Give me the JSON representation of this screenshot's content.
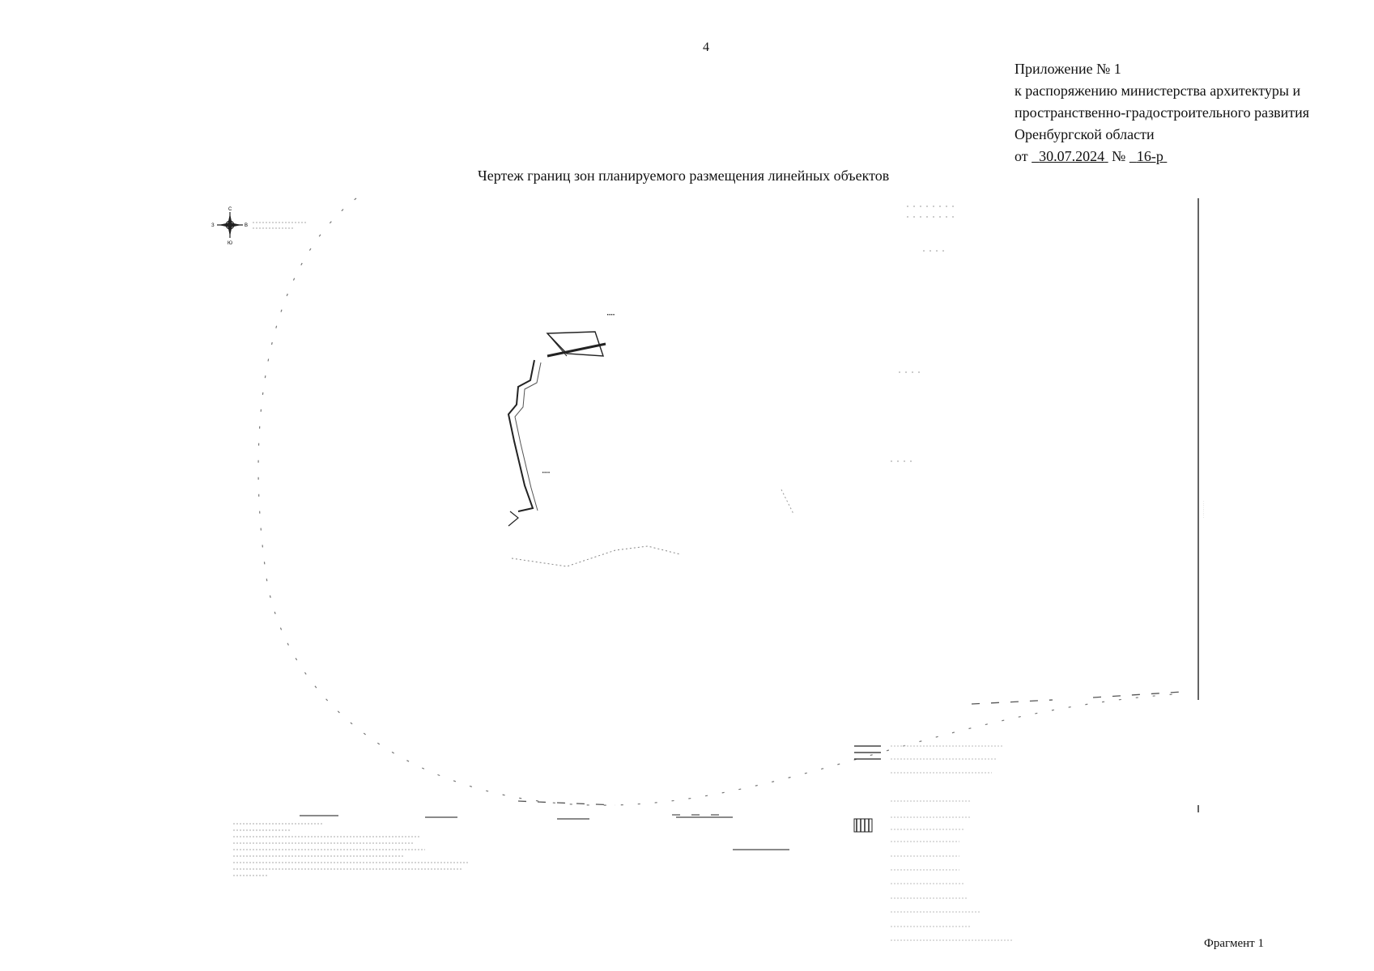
{
  "page": {
    "number": "4"
  },
  "appendix": {
    "title": "Приложение № 1",
    "line1": "к распоряжению министерства архитектуры и",
    "line2": "пространственно-градостроительного развития",
    "line3": "Оренбургской области",
    "date_prefix": "от",
    "date": "30.07.2024",
    "number_sign": "№",
    "number": "16-р"
  },
  "drawing": {
    "title": "Чертеж границ зон планируемого размещения линейных объектов",
    "fragment_label": "Фрагмент 1",
    "compass": {
      "north": "С",
      "south": "Ю",
      "west": "З",
      "east": "В"
    }
  },
  "colors": {
    "ink": "#111111",
    "faint": "#888888"
  }
}
